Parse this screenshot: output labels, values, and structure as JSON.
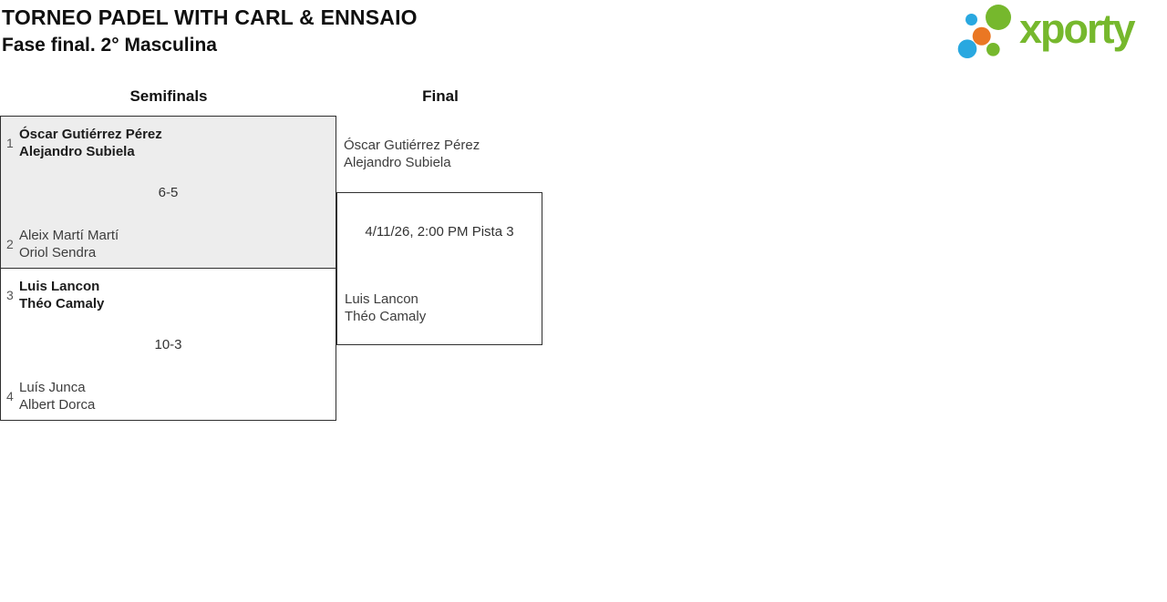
{
  "header": {
    "title": "TORNEO PADEL WITH CARL & ENNSAIO",
    "subtitle": "Fase final. 2° Masculina"
  },
  "logo": {
    "text": "xporty",
    "colors": {
      "green": "#76b82d",
      "blue": "#29a8e0",
      "orange": "#ea7723"
    }
  },
  "bracket": {
    "rounds": [
      {
        "label": "Semifinals"
      },
      {
        "label": "Final"
      }
    ],
    "semifinals": [
      {
        "seed_top": "1",
        "team_top": [
          "Óscar Gutiérrez Pérez",
          "Alejandro Subiela"
        ],
        "score": "6-5",
        "seed_bottom": "2",
        "team_bottom": [
          "Aleix Martí Martí",
          "Oriol Sendra"
        ]
      },
      {
        "seed_top": "3",
        "team_top": [
          "Luis Lancon",
          "Théo Camaly"
        ],
        "score": "10-3",
        "seed_bottom": "4",
        "team_bottom": [
          "Luís Junca",
          "Albert Dorca"
        ]
      }
    ],
    "final": {
      "team_top": [
        "Óscar Gutiérrez Pérez",
        "Alejandro Subiela"
      ],
      "schedule": "4/11/26, 2:00 PM Pista 3",
      "team_bottom": [
        "Luis Lancon",
        "Théo Camaly"
      ]
    }
  }
}
